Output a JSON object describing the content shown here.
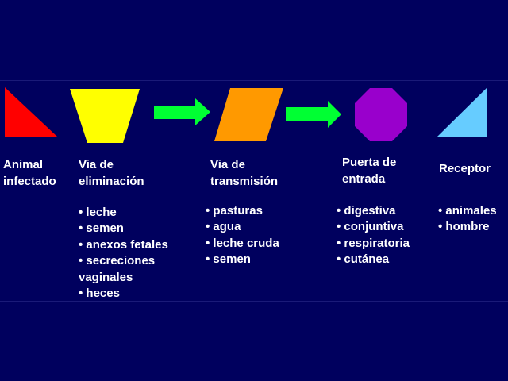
{
  "colors": {
    "background": "#00005e",
    "source": "#ff0000",
    "elimination": "#ffff00",
    "transmission": "#ff9900",
    "entry": "#9900cc",
    "receptor": "#66ccff",
    "arrow": "#00ff33"
  },
  "stages": [
    {
      "label_lines": [
        "Animal",
        "infectado"
      ],
      "items": []
    },
    {
      "label_lines": [
        "Via de",
        "eliminación"
      ],
      "items": [
        "• leche",
        "• semen",
        "• anexos fetales",
        "• secreciones",
        "vaginales",
        "• heces"
      ]
    },
    {
      "label_lines": [
        "Via de",
        "transmisión"
      ],
      "items": [
        "• pasturas",
        "• agua",
        "• leche cruda",
        "• semen"
      ]
    },
    {
      "label_lines": [
        "Puerta de",
        "entrada"
      ],
      "items": [
        "• digestiva",
        "• conjuntiva",
        "• respiratoria",
        "• cutánea"
      ]
    },
    {
      "label_lines": [
        "Receptor"
      ],
      "items": [
        "• animales",
        "• hombre"
      ]
    }
  ]
}
